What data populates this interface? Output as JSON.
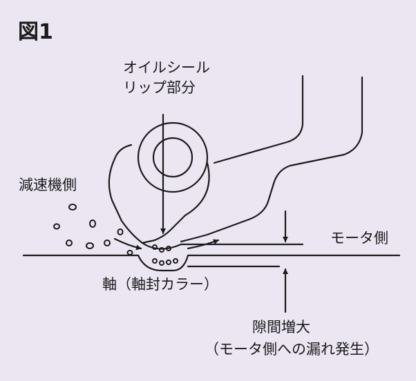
{
  "figure": {
    "title": "図1",
    "labels": {
      "oil_seal_lip_line1": "オイルシール",
      "oil_seal_lip_line2": "リップ部分",
      "reducer_side": "減速機側",
      "motor_side": "モータ側",
      "shaft": "軸（軸封カラー）",
      "gap_increase": "隙間増大",
      "leak": "（モータ側への漏れ発生）"
    }
  }
}
